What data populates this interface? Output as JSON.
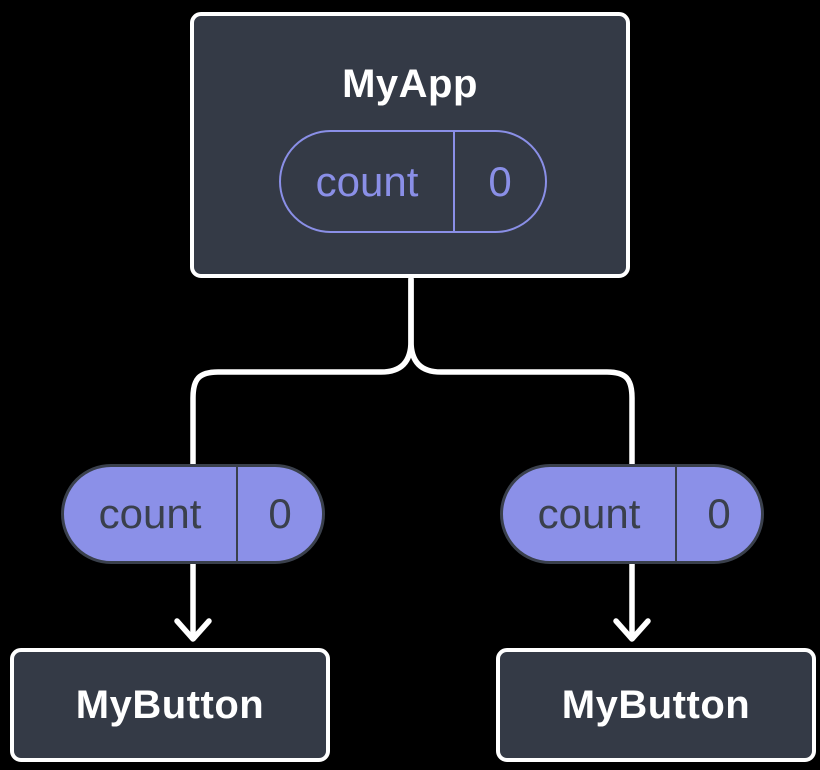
{
  "colors": {
    "background": "#000000",
    "node_fill": "#343a46",
    "node_border": "#ffffff",
    "connector": "#ffffff",
    "accent_purple": "#8a8fe7",
    "pill_fill": "#8b90e8",
    "pill_text_dark": "#3a404c"
  },
  "root_node": {
    "title": "MyApp",
    "state_pill": {
      "name": "count",
      "value": "0"
    }
  },
  "prop_pills": [
    {
      "name": "count",
      "value": "0"
    },
    {
      "name": "count",
      "value": "0"
    }
  ],
  "child_nodes": [
    {
      "title": "MyButton"
    },
    {
      "title": "MyButton"
    }
  ]
}
